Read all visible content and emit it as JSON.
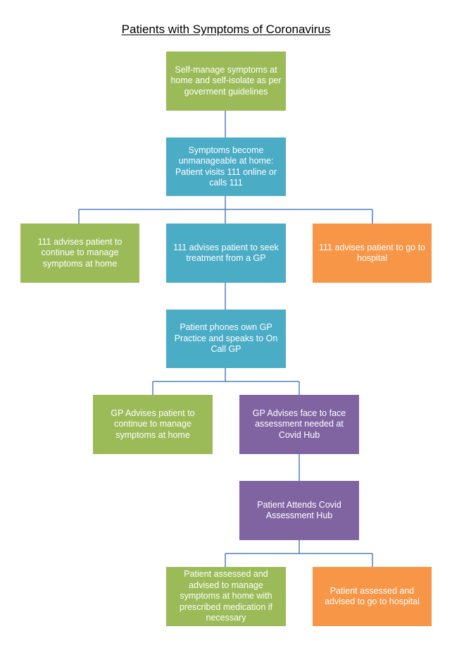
{
  "title": "Patients with Symptoms of Coronavirus",
  "colors": {
    "green": "#9bbb59",
    "teal": "#4bacc6",
    "orange": "#f79646",
    "purple": "#8064a2",
    "connector": "#4f81bd"
  },
  "nodes": {
    "self_manage": "Self-manage symptoms at home and self-isolate as per goverment guidelines",
    "unmanageable": "Symptoms become unmanageable at home: Patient visits 111 online or calls 111",
    "advise_continue_111": "111  advises patient to continue to manage symptoms at home",
    "advise_gp": "111  advises patient to seek treatment from a GP",
    "advise_hospital": "111  advises patient to go to hospital",
    "phones_gp": "Patient phones own GP Practice and speaks to On Call GP",
    "gp_continue": "GP Advises patient to continue to manage symptoms at home",
    "gp_face_to_face": "GP Advises face to face assessment needed at Covid Hub",
    "attends_hub": "Patient Attends Covid Assessment Hub",
    "assessed_home": "Patient assessed and advised to manage symptoms at home with prescribed medication if necessary",
    "assessed_hospital": "Patient assessed and advised to go to hospital"
  }
}
